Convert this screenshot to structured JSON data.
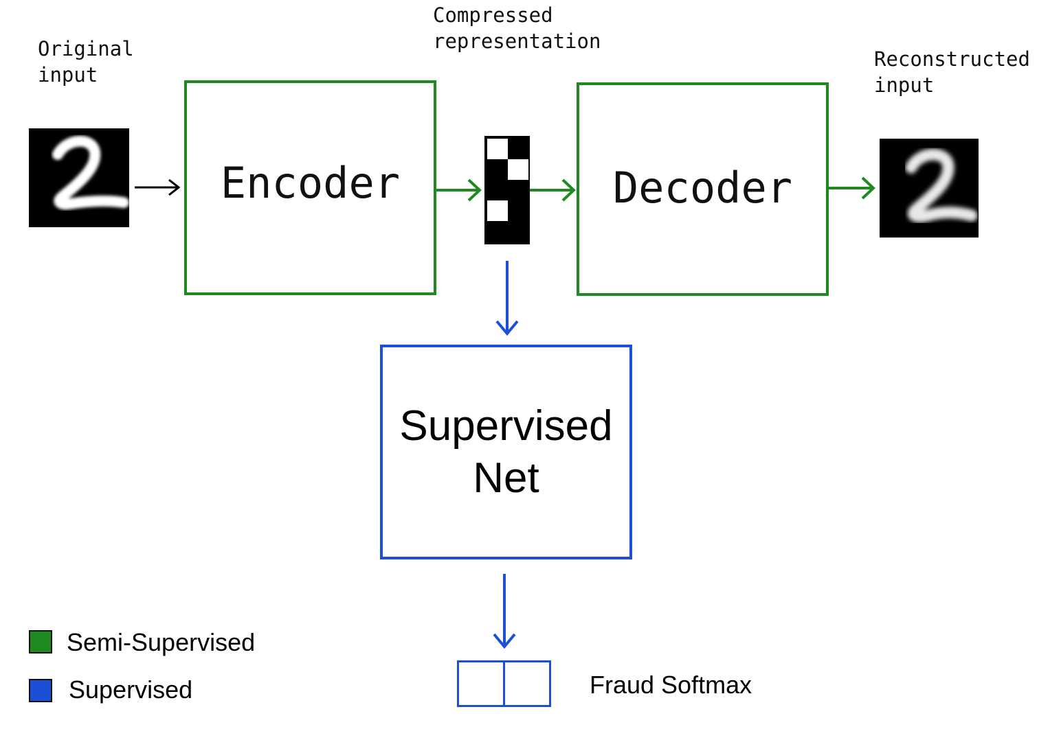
{
  "colors": {
    "semi_supervised": "#1f8a1f",
    "supervised": "#1a4fd6",
    "black": "#000000"
  },
  "labels": {
    "original_input": "Original\ninput",
    "compressed_representation": "Compressed\nrepresentation",
    "reconstructed_input": "Reconstructed\ninput",
    "fraud_softmax": "Fraud Softmax"
  },
  "boxes": {
    "encoder": "Encoder",
    "decoder": "Decoder",
    "supervised_net": "Supervised\nNet"
  },
  "legend": {
    "semi_supervised": "Semi-Supervised",
    "supervised": "Supervised"
  },
  "images": {
    "original_digit": "digit-2-image",
    "reconstructed_digit": "digit-2-image"
  }
}
